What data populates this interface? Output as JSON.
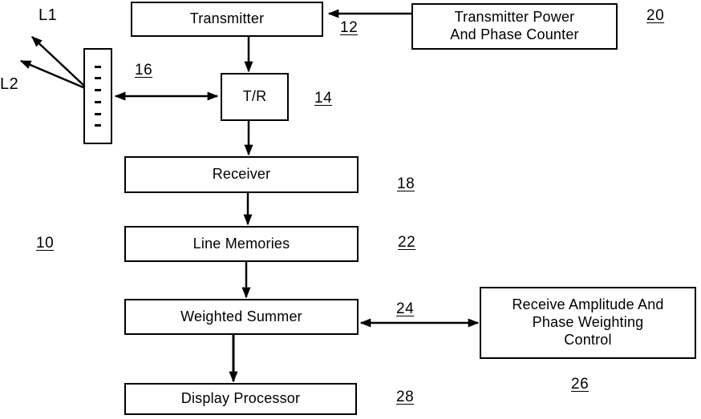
{
  "figure": {
    "system_ref": "10",
    "beams": {
      "l1": "L1",
      "l2": "L2"
    },
    "colors": {
      "line": "#000000",
      "background": "#ffffff"
    },
    "boxes": {
      "transmitter": {
        "label": "Transmitter",
        "ref": "12"
      },
      "tx_power_phase_counter": {
        "lines": [
          "Transmitter Power",
          "And Phase Counter"
        ],
        "ref": "20"
      },
      "tr_switch": {
        "label": "T/R",
        "ref": "14"
      },
      "transducer_array": {
        "ref": "16"
      },
      "receiver": {
        "label": "Receiver",
        "ref": "18"
      },
      "line_memories": {
        "label": "Line Memories",
        "ref": "22"
      },
      "weighted_summer": {
        "label": "Weighted Summer",
        "ref": "24"
      },
      "rx_weighting_control": {
        "lines": [
          "Receive Amplitude And",
          "Phase Weighting",
          "Control"
        ],
        "ref": "26"
      },
      "display_processor": {
        "label": "Display Processor",
        "ref": "28"
      }
    }
  }
}
